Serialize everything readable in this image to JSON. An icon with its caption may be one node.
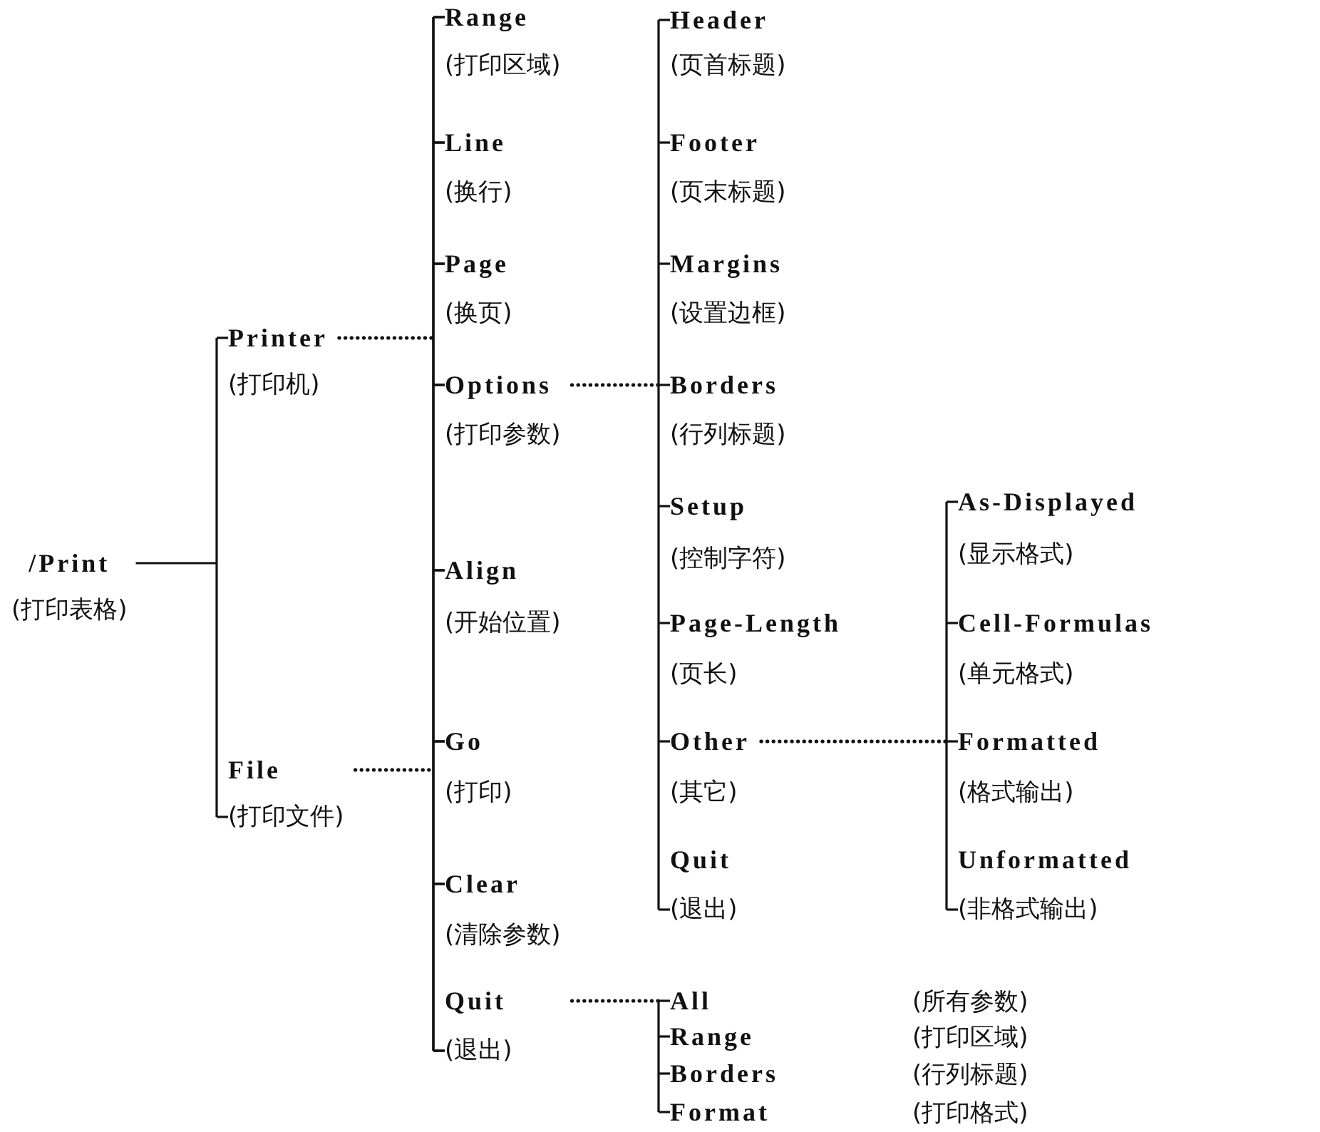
{
  "diagram": {
    "nodes": [
      {
        "text": [
          "/Print",
          "(打印表格)"
        ]
      },
      {
        "text": [
          "Printer",
          "(打印机)"
        ]
      },
      {
        "text": [
          "File",
          "(打印文件)"
        ]
      },
      {
        "text": [
          "Range",
          "(打印区域)"
        ]
      },
      {
        "text": [
          "Line",
          "(换行)"
        ]
      },
      {
        "text": [
          "Page",
          "(换页)"
        ]
      },
      {
        "text": [
          "Options",
          "(打印参数)"
        ]
      },
      {
        "text": [
          "Align",
          "(开始位置)"
        ]
      },
      {
        "text": [
          "Go",
          "(打印)"
        ]
      },
      {
        "text": [
          "Clear",
          "(清除参数)"
        ]
      },
      {
        "text": [
          "Quit",
          "(退出)"
        ]
      },
      {
        "text": [
          "Header",
          "(页首标题)"
        ]
      },
      {
        "text": [
          "Footer",
          "(页末标题)"
        ]
      },
      {
        "text": [
          "Margins",
          "(设置边框)"
        ]
      },
      {
        "text": [
          "Borders",
          "(行列标题)"
        ]
      },
      {
        "text": [
          "Setup",
          "(控制字符)"
        ]
      },
      {
        "text": [
          "Page-Length",
          "(页长)"
        ]
      },
      {
        "text": [
          "Other",
          "(其它)"
        ]
      },
      {
        "text": [
          "Quit",
          "(退出)"
        ]
      },
      {
        "text": [
          "As-Displayed",
          "(显示格式)"
        ]
      },
      {
        "text": [
          "Cell-Formulas",
          "(单元格式)"
        ]
      },
      {
        "text": [
          "Formatted",
          "(格式输出)"
        ]
      },
      {
        "text": [
          "Unformatted",
          "(非格式输出)"
        ]
      },
      {
        "text": [
          "All",
          "(所有参数)"
        ]
      },
      {
        "text": [
          "Range",
          "(打印区域)"
        ]
      },
      {
        "text": [
          "Borders",
          "(行列标题)"
        ]
      },
      {
        "text": [
          "Format",
          "(打印格式)"
        ]
      }
    ],
    "edges": [
      {
        "from": 0,
        "to": 1,
        "arrow": "none"
      },
      {
        "from": 0,
        "to": 2,
        "arrow": "none"
      },
      {
        "from": 1,
        "to": 3,
        "arrow": "none"
      },
      {
        "from": 1,
        "to": 4,
        "arrow": "none"
      },
      {
        "from": 1,
        "to": 5,
        "arrow": "none"
      },
      {
        "from": 1,
        "to": 6,
        "arrow": "none"
      },
      {
        "from": 1,
        "to": 7,
        "arrow": "none"
      },
      {
        "from": 1,
        "to": 8,
        "arrow": "none"
      },
      {
        "from": 1,
        "to": 9,
        "arrow": "none"
      },
      {
        "from": 1,
        "to": 10,
        "arrow": "none"
      },
      {
        "from": 2,
        "to": 3,
        "arrow": "none"
      },
      {
        "from": 2,
        "to": 4,
        "arrow": "none"
      },
      {
        "from": 2,
        "to": 5,
        "arrow": "none"
      },
      {
        "from": 2,
        "to": 6,
        "arrow": "none"
      },
      {
        "from": 2,
        "to": 7,
        "arrow": "none"
      },
      {
        "from": 2,
        "to": 8,
        "arrow": "none"
      },
      {
        "from": 2,
        "to": 9,
        "arrow": "none"
      },
      {
        "from": 2,
        "to": 10,
        "arrow": "none"
      },
      {
        "from": 6,
        "to": 11,
        "arrow": "none"
      },
      {
        "from": 6,
        "to": 12,
        "arrow": "none"
      },
      {
        "from": 6,
        "to": 13,
        "arrow": "none"
      },
      {
        "from": 6,
        "to": 14,
        "arrow": "none"
      },
      {
        "from": 6,
        "to": 15,
        "arrow": "none"
      },
      {
        "from": 6,
        "to": 16,
        "arrow": "none"
      },
      {
        "from": 6,
        "to": 17,
        "arrow": "none"
      },
      {
        "from": 6,
        "to": 18,
        "arrow": "none"
      },
      {
        "from": 17,
        "to": 19,
        "arrow": "none"
      },
      {
        "from": 17,
        "to": 20,
        "arrow": "none"
      },
      {
        "from": 17,
        "to": 21,
        "arrow": "none"
      },
      {
        "from": 17,
        "to": 22,
        "arrow": "none"
      },
      {
        "from": 9,
        "to": 23,
        "arrow": "none"
      },
      {
        "from": 9,
        "to": 24,
        "arrow": "none"
      },
      {
        "from": 9,
        "to": 25,
        "arrow": "none"
      },
      {
        "from": 9,
        "to": 26,
        "arrow": "none"
      }
    ]
  }
}
